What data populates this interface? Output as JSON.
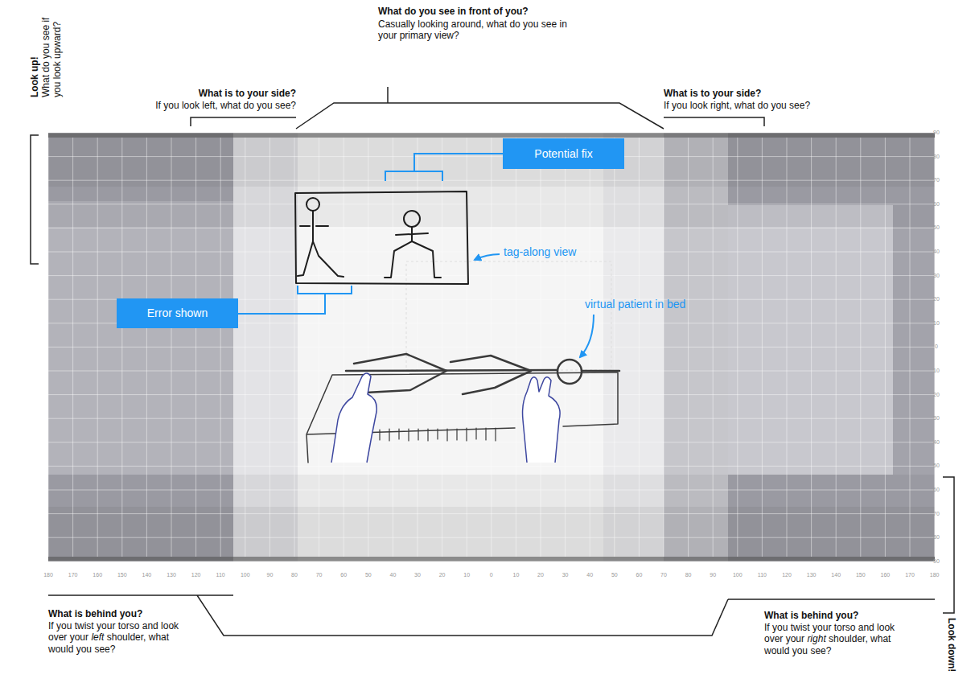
{
  "diagram": {
    "nodes": [
      {
        "text": [
          "Potential fix"
        ]
      },
      {
        "text": [
          "Error shown"
        ]
      }
    ],
    "labels": [
      "Look up!",
      "What do you see if you look upward?",
      "What is to your side?",
      "If you look left, what do you see?",
      "What do you see in front of you?",
      "Casually looking around, what do you see in your primary view?",
      "What is to your side?",
      "If you look right, what do you see?",
      "tag-along view",
      "virtual patient in bed",
      "Look down!",
      "What is behind you?",
      "If you twist your torso and look over your left shoulder, what would you see?",
      "What is behind you?",
      "If you twist your torso and look over your right shoulder, what would you see?",
      "180",
      "170",
      "160",
      "150",
      "140",
      "130",
      "120",
      "110",
      "100",
      "90",
      "80",
      "70",
      "60",
      "50",
      "40",
      "30",
      "20",
      "10",
      "0",
      "10",
      "20",
      "30",
      "40",
      "50",
      "60",
      "70",
      "80",
      "90",
      "100",
      "110",
      "120",
      "130",
      "140",
      "150",
      "160",
      "170",
      "180",
      "90",
      "80",
      "70",
      "60",
      "50",
      "40",
      "30",
      "20",
      "10",
      "0",
      "10",
      "20",
      "30",
      "40",
      "50",
      "60",
      "70",
      "80",
      "90"
    ]
  }
}
